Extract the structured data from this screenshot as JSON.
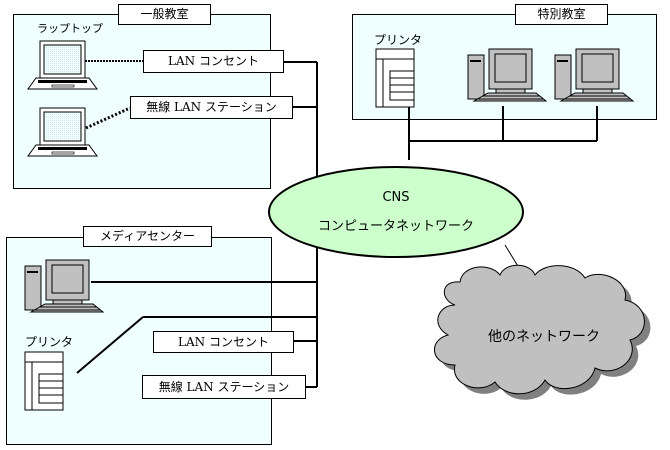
{
  "rooms": {
    "general": {
      "title": "一般教室",
      "laptop_label": "ラップトップ",
      "lan_outlet": "LAN コンセント",
      "wireless_station": "無線 LAN ステーション"
    },
    "special": {
      "title": "特別教室",
      "printer_label": "プリンタ"
    },
    "media": {
      "title": "メディアセンター",
      "printer_label": "プリンタ",
      "lan_outlet": "LAN コンセント",
      "wireless_station": "無線 LAN ステーション"
    }
  },
  "network": {
    "cns_line1": "CNS",
    "cns_line2": "コンピュータネットワーク",
    "other": "他のネットワーク"
  },
  "colors": {
    "room_bg": "#f0ffff",
    "cns_fill": "#ccffcc",
    "cloud_fill": "#c0c0c0",
    "device_gray": "#c0c0c0"
  }
}
